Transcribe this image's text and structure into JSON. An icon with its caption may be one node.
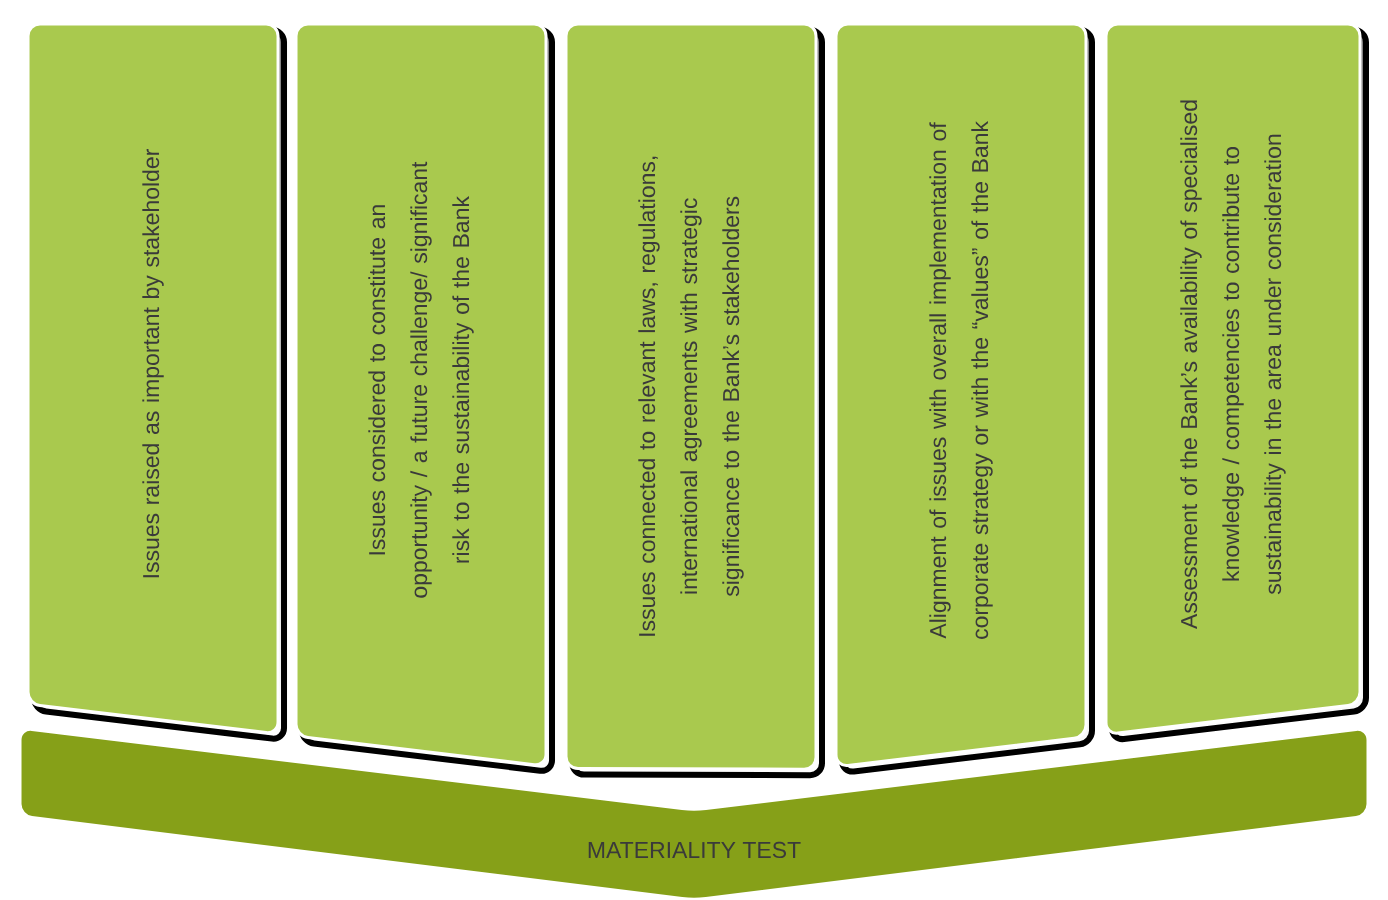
{
  "diagram": {
    "nodes": [
      {
        "text": [
          "Issues raised as important by stakeholder"
        ]
      },
      {
        "text": [
          "Issues considered to constitute an opportunity / a future challenge/ significant risk to the sustainability of the Bank"
        ]
      },
      {
        "text": [
          "Issues connected to relevant laws, regulations, international agreements with strategic significance to the Bank’s stakeholders"
        ]
      },
      {
        "text": [
          "Alignment of issues with overall implementation of corporate strategy or with the “values” of the Bank"
        ]
      },
      {
        "text": [
          "Assessment of the Bank’s availability of specialised knowledge / competencies to contribute to sustainability in the area under consideration"
        ]
      },
      {
        "text": [
          "MATERIALITY TEST"
        ]
      }
    ]
  }
}
